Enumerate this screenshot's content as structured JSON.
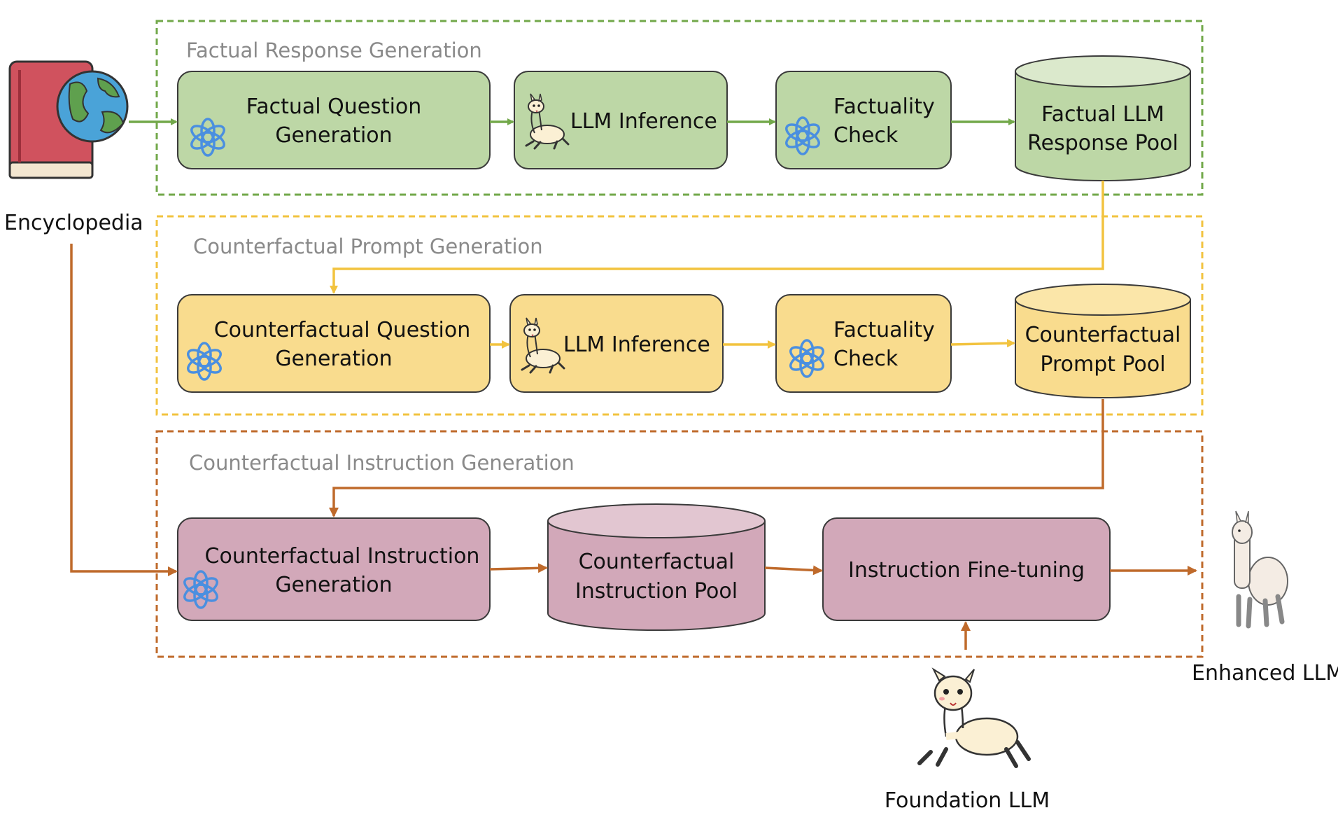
{
  "sections": {
    "factual": {
      "title": "Factual Response Generation",
      "color": "#72a84a"
    },
    "prompt": {
      "title": "Counterfactual Prompt Generation",
      "color": "#f2c33f"
    },
    "instruction": {
      "title": "Counterfactual Instruction Generation",
      "color": "#bf6a2b"
    }
  },
  "nodes": {
    "factual_question": [
      "Factual Question",
      "Generation"
    ],
    "factual_inference": [
      "LLM Inference"
    ],
    "factual_check": [
      "Factuality",
      "Check"
    ],
    "factual_pool": [
      "Factual LLM",
      "Response Pool"
    ],
    "cf_question": [
      "Counterfactual Question",
      "Generation"
    ],
    "cf_inference": [
      "LLM Inference"
    ],
    "cf_check": [
      "Factuality",
      "Check"
    ],
    "cf_prompt_pool": [
      "Counterfactual",
      "Prompt Pool"
    ],
    "cf_instruction_gen": [
      "Counterfactual Instruction",
      "Generation"
    ],
    "cf_instruction_pool": [
      "Counterfactual",
      "Instruction Pool"
    ],
    "fine_tuning": [
      "Instruction Fine-tuning"
    ]
  },
  "labels": {
    "encyclopedia": "Encyclopedia",
    "enhanced_llm": "Enhanced LLM",
    "foundation_llm": "Foundation LLM"
  },
  "colors": {
    "green_fill": "#bdd7a6",
    "yellow_fill": "#f9dc8e",
    "pink_fill": "#d2a8b9",
    "openai_icon": "#4a8fe0"
  },
  "icons": {
    "encyclopedia": "book-globe-icon",
    "openai": "openai-logo-icon",
    "llama": "llama-icon"
  }
}
